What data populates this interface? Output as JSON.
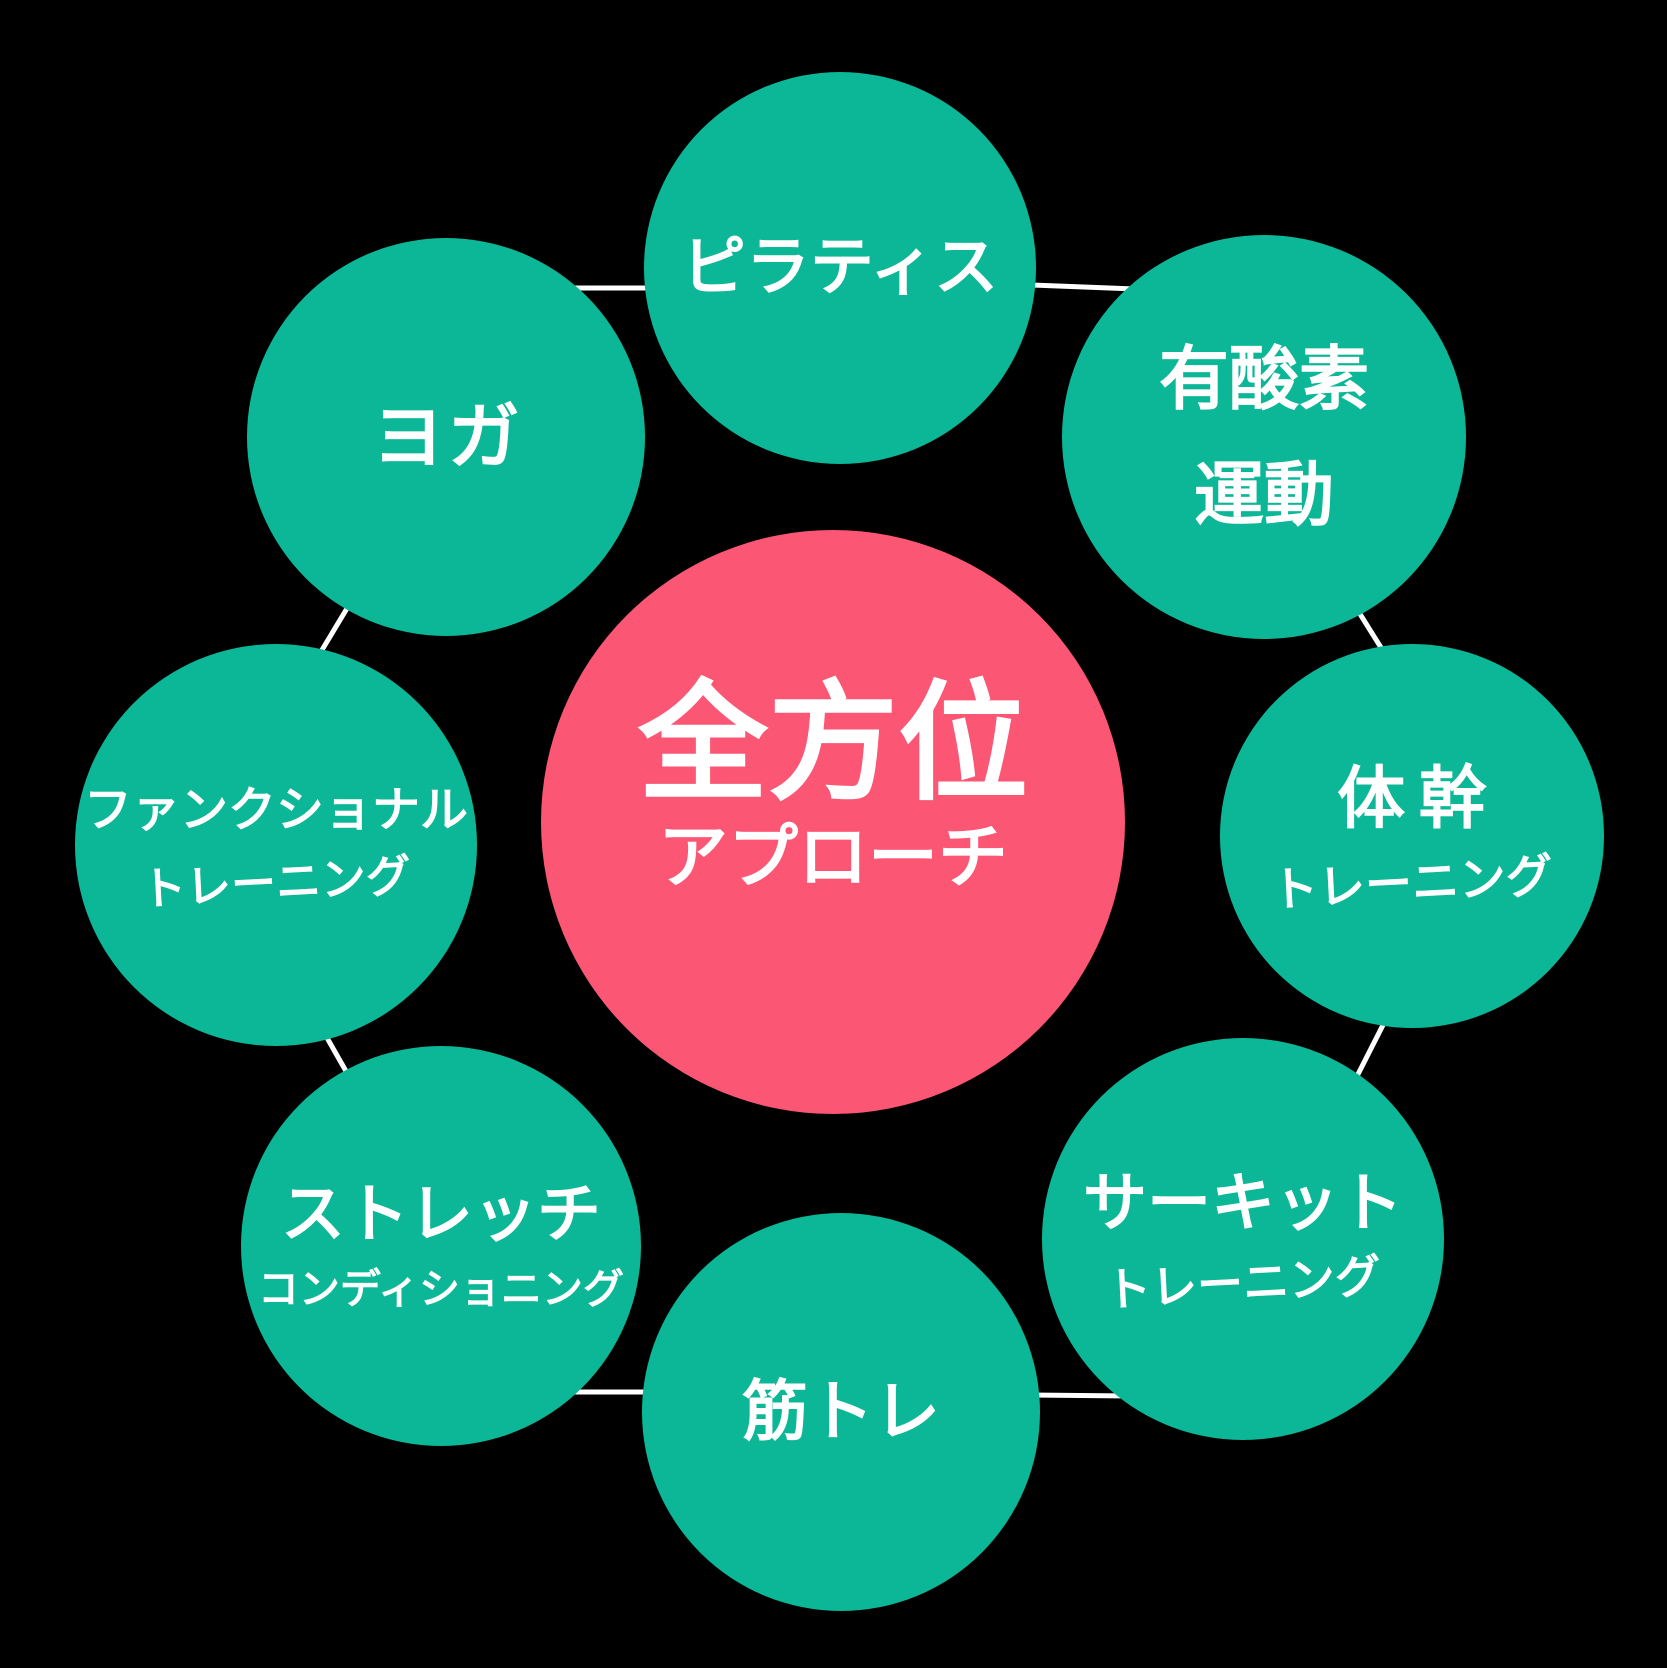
{
  "diagram": {
    "colors": {
      "background": "#000000",
      "node": "#0cb797",
      "center": "#fb5674",
      "text": "#ffffff",
      "connector": "#ffffff"
    },
    "center_circle": {
      "title": "全方位",
      "subtitle": "アプローチ"
    },
    "nodes": [
      {
        "id": "pilates",
        "lines": [
          "ピラティス"
        ]
      },
      {
        "id": "aerobic",
        "lines": [
          "有酸素",
          "運動"
        ]
      },
      {
        "id": "core",
        "lines": [
          "体幹",
          "トレーニング"
        ]
      },
      {
        "id": "circuit",
        "lines": [
          "サーキット",
          "トレーニング"
        ]
      },
      {
        "id": "strength",
        "lines": [
          "筋トレ"
        ]
      },
      {
        "id": "stretch",
        "lines": [
          "ストレッチ",
          "コンディショニング"
        ]
      },
      {
        "id": "functional",
        "lines": [
          "ファンクショナル",
          "トレーニング"
        ]
      },
      {
        "id": "yoga",
        "lines": [
          "ヨガ"
        ]
      }
    ]
  }
}
